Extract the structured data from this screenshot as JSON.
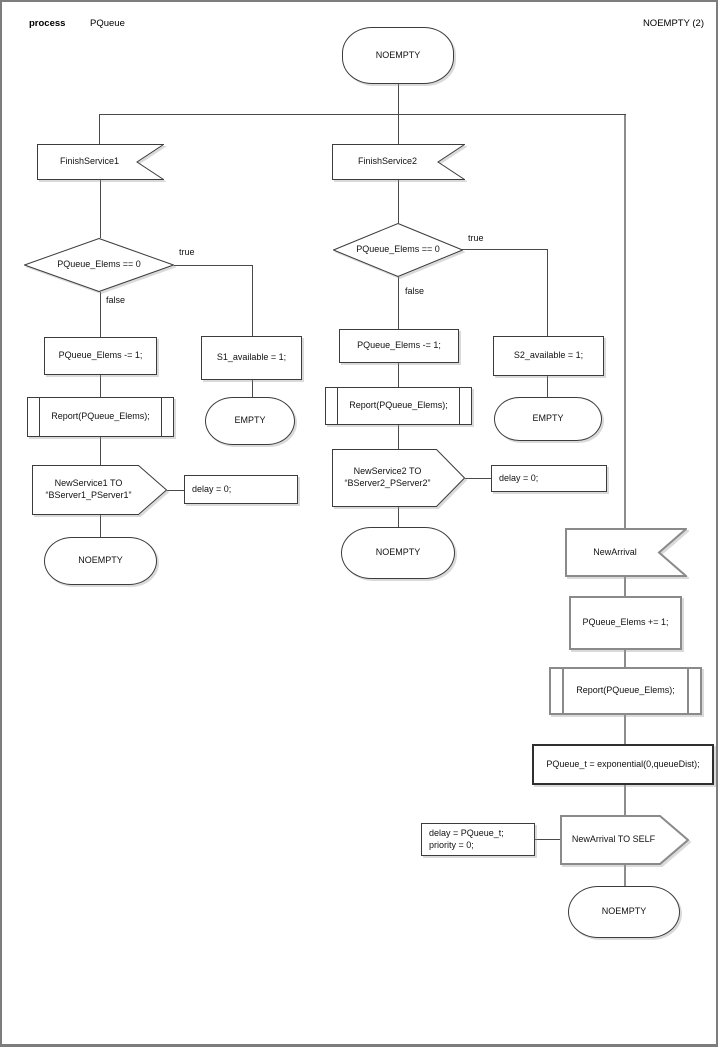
{
  "header": {
    "kind_label": "process",
    "process_name": "PQueue",
    "page_label": "NOEMPTY (2)"
  },
  "colors": {
    "connector": "#4a4a4a",
    "highlight_connector": "#8c8c8c",
    "shape_border": "#3c3c3c",
    "page_border": "#7d7d7d",
    "background": "#ffffff"
  },
  "edge_labels": {
    "left_true": "true",
    "left_false": "false",
    "mid_true": "true",
    "mid_false": "false"
  },
  "nodes": {
    "start": {
      "type": "state",
      "label": "NOEMPTY"
    },
    "fs1": {
      "type": "receive",
      "label": "FinishService1"
    },
    "d1": {
      "type": "decision",
      "label": "PQueue_Elems == 0"
    },
    "a1": {
      "type": "action",
      "label": "PQueue_Elems -= 1;"
    },
    "sa1": {
      "type": "action",
      "label": "S1_available = 1;"
    },
    "e1": {
      "type": "state",
      "label": "EMPTY"
    },
    "r1": {
      "type": "procedure",
      "label": "Report(PQueue_Elems);"
    },
    "s1": {
      "type": "send",
      "lines": [
        "NewService1 TO",
        "“BServer1_PServer1”"
      ]
    },
    "delay1": {
      "type": "attrs",
      "label": "delay = 0;"
    },
    "st1": {
      "type": "state",
      "label": "NOEMPTY"
    },
    "fs2": {
      "type": "receive",
      "label": "FinishService2"
    },
    "d2": {
      "type": "decision",
      "label": "PQueue_Elems == 0"
    },
    "a2": {
      "type": "action",
      "label": "PQueue_Elems -= 1;"
    },
    "sa2": {
      "type": "action",
      "label": "S2_available = 1;"
    },
    "e2": {
      "type": "state",
      "label": "EMPTY"
    },
    "r2": {
      "type": "procedure",
      "label": "Report(PQueue_Elems);"
    },
    "s2": {
      "type": "send",
      "lines": [
        "NewService2 TO",
        "“BServer2_PServer2”"
      ]
    },
    "delay2": {
      "type": "attrs",
      "label": "delay = 0;"
    },
    "st2": {
      "type": "state",
      "label": "NOEMPTY"
    },
    "na": {
      "type": "receive",
      "label": "NewArrival"
    },
    "a3": {
      "type": "action",
      "label": "PQueue_Elems += 1;"
    },
    "r3": {
      "type": "procedure",
      "label": "Report(PQueue_Elems);"
    },
    "a4": {
      "type": "action",
      "label": "PQueue_t = exponential(0,queueDist);"
    },
    "s3": {
      "type": "send",
      "lines": [
        "NewArrival TO SELF"
      ]
    },
    "dp": {
      "type": "attrs",
      "lines": [
        "delay = PQueue_t;",
        "priority = 0;"
      ]
    },
    "st3": {
      "type": "state",
      "label": "NOEMPTY"
    }
  }
}
